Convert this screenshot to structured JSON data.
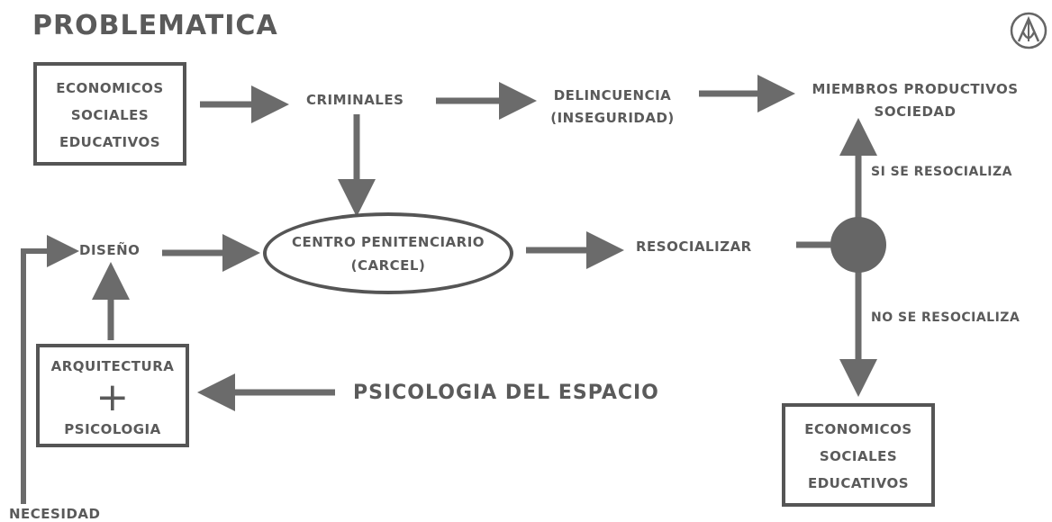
{
  "title": "PROBLEMATICA",
  "logo": {
    "icon": "logo-icon"
  },
  "nodes": {
    "box_top_left": [
      "ECONOMICOS",
      "SOCIALES",
      "EDUCATIVOS"
    ],
    "criminales": "CRIMINALES",
    "delincuencia": [
      "DELINCUENCIA",
      "(INSEGURIDAD)"
    ],
    "miembros": [
      "MIEMBROS PRODUCTIVOS",
      "SOCIEDAD"
    ],
    "si_resocializa": "SI SE RESOCIALIZA",
    "diseno": "DISEÑO",
    "centro": [
      "CENTRO PENITENCIARIO",
      "(CARCEL)"
    ],
    "resocializar": "RESOCIALIZAR",
    "no_resocializa": "NO SE RESOCIALIZA",
    "box_left": {
      "top": "ARQUITECTURA",
      "plus": "+",
      "bottom": "PSICOLOGIA"
    },
    "psicologia_espacio": "PSICOLOGIA DEL ESPACIO",
    "box_bottom_right": [
      "ECONOMICOS",
      "SOCIALES",
      "EDUCATIVOS"
    ],
    "necesidad": "NECESIDAD"
  },
  "colors": {
    "ink": "#5a5a5a",
    "arrow": "#6b6b6b",
    "node": "#666666"
  }
}
